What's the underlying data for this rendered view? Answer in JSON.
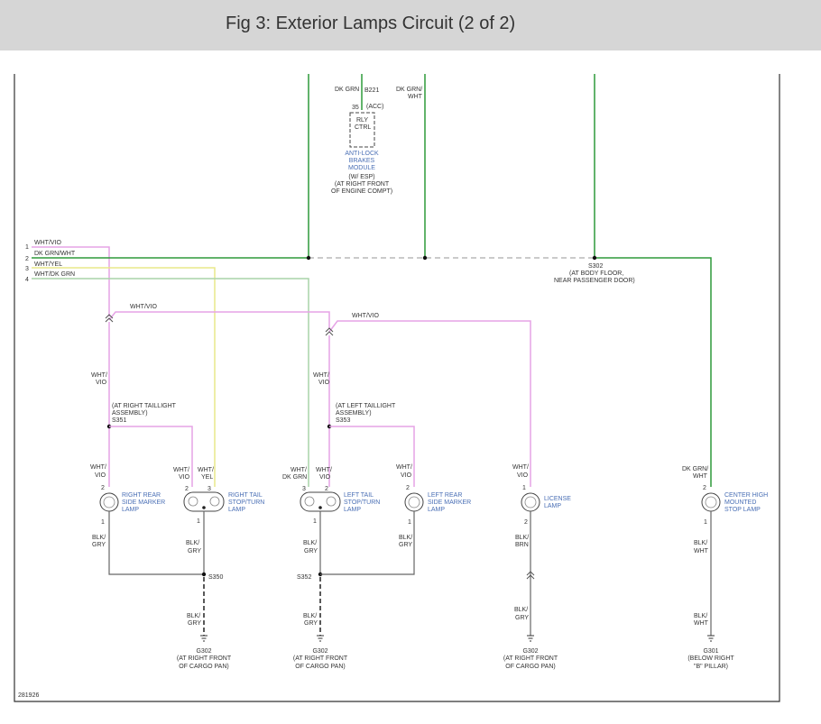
{
  "header": {
    "title": "Fig 3: Exterior Lamps Circuit (2 of 2)"
  },
  "figure_id": "281926",
  "module": {
    "top_left_wire": "DK GRN",
    "connector": "B221",
    "pin": "35",
    "acc": "(ACC)",
    "relay_line1": "RLY",
    "relay_line2": "CTRL",
    "name_lines": [
      "ANTI-LOCK",
      "BRAKES",
      "MODULE"
    ],
    "note": "(W/ ESP)",
    "location_lines": [
      "(AT RIGHT FRONT",
      "OF ENGINE COMPT)"
    ],
    "top_right_wire_lines": [
      "DK GRN/",
      "WHT"
    ]
  },
  "left_bus": {
    "pins": [
      "1",
      "2",
      "3",
      "4"
    ],
    "wires": [
      "WHT/VIO",
      "DK GRN/WHT",
      "WHT/YEL",
      "WHT/DK GRN"
    ]
  },
  "splices": {
    "s302_label": "S302",
    "s302_location_lines": [
      "(AT BODY FLOOR,",
      "NEAR PASSENGER DOOR)"
    ],
    "whtvio_a": "WHT/VIO",
    "whtvio_b": "WHT/VIO",
    "right_trunk_lines": [
      "WHT/",
      "VIO"
    ],
    "left_trunk_lines": [
      "WHT/",
      "VIO"
    ],
    "s351_location_lines": [
      "(AT RIGHT TAILLIGHT",
      "ASSEMBLY)"
    ],
    "s351_label": "S351",
    "s353_location_lines": [
      "(AT LEFT TAILLIGHT",
      "ASSEMBLY)"
    ],
    "s353_label": "S353",
    "s350_label": "S350",
    "s352_label": "S352"
  },
  "lamps": {
    "rsm": {
      "wire_lines": [
        "WHT/",
        "VIO"
      ],
      "pin_top": "2",
      "pin_bottom": "1",
      "name_lines": [
        "RIGHT REAR",
        "SIDE MARKER",
        "LAMP"
      ],
      "ground_wire_lines": [
        "BLK/",
        "GRY"
      ]
    },
    "rts": {
      "wire1_lines": [
        "WHT/",
        "VIO"
      ],
      "wire2_lines": [
        "WHT/",
        "YEL"
      ],
      "pin_a": "2",
      "pin_b": "3",
      "pin_bottom": "1",
      "name_lines": [
        "RIGHT TAIL",
        "STOP/TURN",
        "LAMP"
      ],
      "ground_wire_lines": [
        "BLK/",
        "GRY"
      ]
    },
    "lts": {
      "wire1_lines": [
        "WHT/",
        "DK GRN"
      ],
      "wire2_lines": [
        "WHT/",
        "VIO"
      ],
      "pin_a": "3",
      "pin_b": "2",
      "pin_bottom": "1",
      "name_lines": [
        "LEFT TAIL",
        "STOP/TURN",
        "LAMP"
      ],
      "ground_wire_lines": [
        "BLK/",
        "GRY"
      ]
    },
    "lsm": {
      "wire_lines": [
        "WHT/",
        "VIO"
      ],
      "pin_top": "2",
      "pin_bottom": "1",
      "name_lines": [
        "LEFT REAR",
        "SIDE MARKER",
        "LAMP"
      ],
      "ground_wire_lines": [
        "BLK/",
        "GRY"
      ]
    },
    "lic": {
      "wire_lines": [
        "WHT/",
        "VIO"
      ],
      "pin_top": "1",
      "pin_bottom": "2",
      "name_lines": [
        "LICENSE",
        "LAMP"
      ],
      "ground_wire_lines": [
        "BLK/",
        "BRN"
      ]
    },
    "chm": {
      "wire_lines": [
        "DK GRN/",
        "WHT"
      ],
      "pin_top": "2",
      "pin_bottom": "1",
      "name_lines": [
        "CENTER HIGH",
        "MOUNTED",
        "STOP LAMP"
      ],
      "ground_wire_lines": [
        "BLK/",
        "WHT"
      ]
    }
  },
  "grounds": {
    "g1": {
      "wire_lines": [
        "BLK/",
        "GRY"
      ],
      "label": "G302",
      "location_lines": [
        "(AT RIGHT FRONT",
        "OF CARGO PAN)"
      ]
    },
    "g2": {
      "wire_lines": [
        "BLK/",
        "GRY"
      ],
      "label": "G302",
      "location_lines": [
        "(AT RIGHT FRONT",
        "OF CARGO PAN)"
      ]
    },
    "g3": {
      "wire_lines": [
        "BLK/",
        "GRY"
      ],
      "label": "G302",
      "location_lines": [
        "(AT RIGHT FRONT",
        "OF CARGO PAN)"
      ]
    },
    "g4": {
      "wire_lines": [
        "BLK/",
        "WHT"
      ],
      "label": "G301",
      "location_lines": [
        "(BELOW RIGHT",
        "\"B\" PILLAR)"
      ]
    }
  },
  "colors": {
    "header_bg": "#d6d6d6",
    "wht_vio": "#e6a3e6",
    "dk_grn": "#2e9a3a",
    "wht_yel": "#e9e88a",
    "wht_dk_grn": "#a9d4a9",
    "ground": "#666666",
    "label_blue": "#4a6fb5"
  }
}
